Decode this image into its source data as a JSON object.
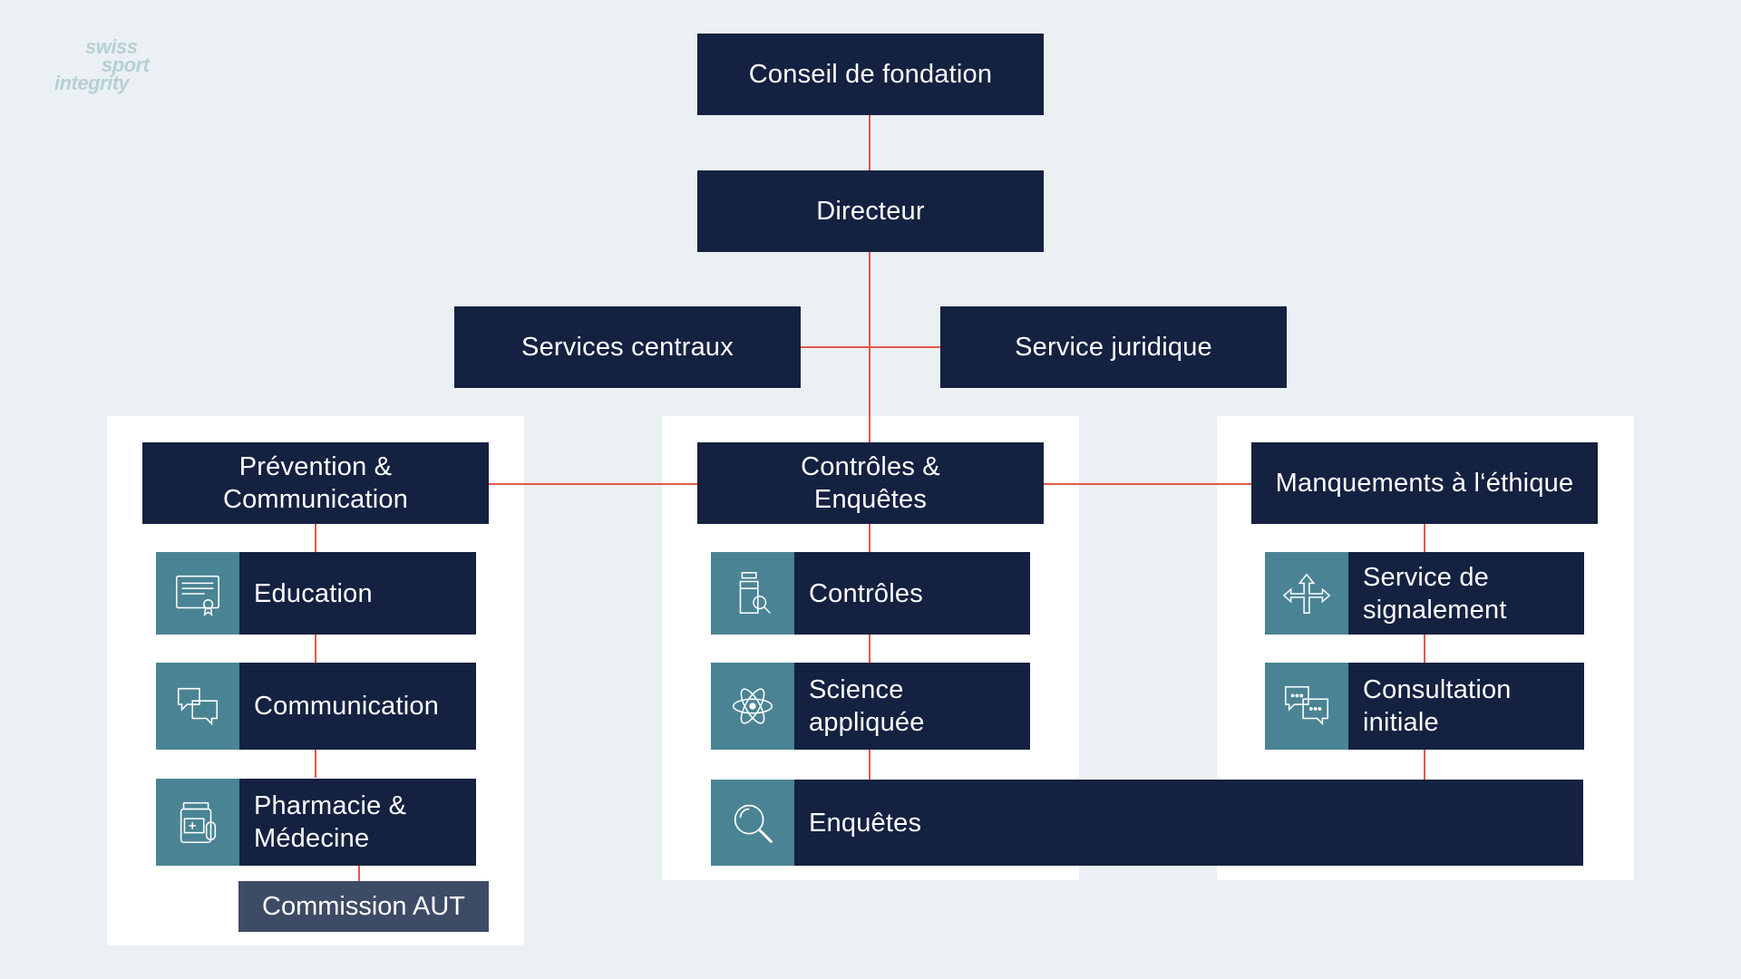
{
  "logo": {
    "line1": "swiss",
    "line2": "sport",
    "line3": "integrity"
  },
  "top": {
    "board": "Conseil de fondation",
    "director": "Directeur",
    "central": "Services centraux",
    "legal": "Service juridique"
  },
  "departments": {
    "prevention": {
      "title": "Prévention &\nCommunication",
      "units": [
        {
          "label": "Education",
          "icon": "certificate-icon"
        },
        {
          "label": "Communication",
          "icon": "chat-bubbles-icon"
        },
        {
          "label": "Pharmacie &\nMédecine",
          "icon": "medicine-bottle-icon"
        }
      ],
      "commission": "Commission AUT"
    },
    "controls": {
      "title": "Contrôles &\nEnquêtes",
      "units": [
        {
          "label": "Contrôles",
          "icon": "sample-bottle-magnifier-icon"
        },
        {
          "label": "Science\nappliquée",
          "icon": "atom-icon"
        }
      ],
      "investigations": {
        "label": "Enquêtes",
        "icon": "magnifier-icon"
      }
    },
    "ethics": {
      "title": "Manquements à l‘éthique",
      "units": [
        {
          "label": "Service de\nsignalement",
          "icon": "direction-arrows-icon"
        },
        {
          "label": "Consultation\ninitiale",
          "icon": "speech-bubbles-icon"
        }
      ]
    }
  },
  "colors": {
    "background": "#eaf0f3",
    "box": "#142141",
    "icon_tile": "#4a8494",
    "connector": "#e2584b",
    "commission": "#3e4b67",
    "logo": "#b7d0d6"
  }
}
